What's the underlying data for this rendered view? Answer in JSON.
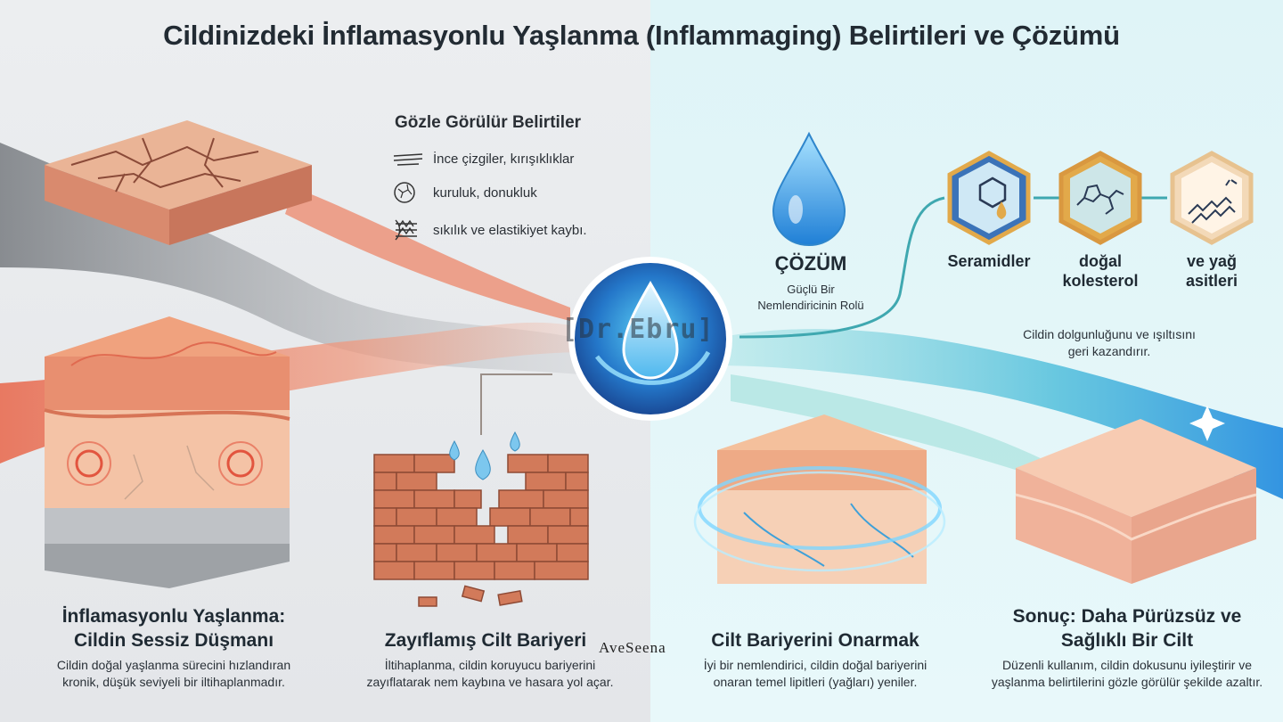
{
  "title": "Cildinizdeki İnflamasyonlu Yaşlanma (Inflammaging) Belirtileri ve Çözümü",
  "symptoms": {
    "heading": "Gözle Görülür Belirtiler",
    "items": [
      {
        "icon": "fine-lines-icon",
        "label": "İnce çizgiler, kırışıklıklar"
      },
      {
        "icon": "dryness-icon",
        "label": "kuruluk, donukluk"
      },
      {
        "icon": "elasticity-icon",
        "label": "sıkılık ve elastikiyet kaybı."
      }
    ]
  },
  "sections": [
    {
      "title": "İnflamasyonlu Yaşlanma:\nCildin Sessiz Düşmanı",
      "desc": "Cildin doğal yaşlanma sürecini hızlandıran\nkronik, düşük seviyeli bir iltihaplanmadır."
    },
    {
      "title": "Zayıflamış Cilt Bariyeri",
      "desc": "İltihaplanma, cildin koruyucu bariyerini\nzayıflatarak nem kaybına ve hasara yol açar."
    },
    {
      "title": "Cilt Bariyerini Onarmak",
      "desc": "İyi bir nemlendirici, cildin doğal bariyerini\nonaran temel lipitleri (yağları) yeniler."
    },
    {
      "title": "Sonuç: Daha Pürüzsüz ve\nSağlıklı Bir Cilt",
      "desc": "Düzenli kullanım, cildin dokusunu iyileştirir ve\nyaşlanma belirtilerini gözle görülür şekilde azaltır."
    }
  ],
  "solution": {
    "heading": "ÇÖZÜM",
    "sub": "Güçlü Bir\nNemlendiricinin Rolü"
  },
  "ingredients": [
    {
      "label": "Seramidler",
      "icon": "ceramide-icon"
    },
    {
      "label": "doğal\nkolesterol",
      "icon": "cholesterol-icon"
    },
    {
      "label": "ve yağ\nasitleri",
      "icon": "fatty-acid-icon"
    }
  ],
  "ingredients_note": "Cildin dolgunluğunu ve ışıltısını\ngeri kazandırır.",
  "brand": "AveSeena",
  "watermark": "[Dr.Ebru]",
  "colors": {
    "inflamed": "#e8866a",
    "hydration": "#3da8d8",
    "skin": "#f2b79a",
    "hex_gold": "#e2a94a"
  }
}
